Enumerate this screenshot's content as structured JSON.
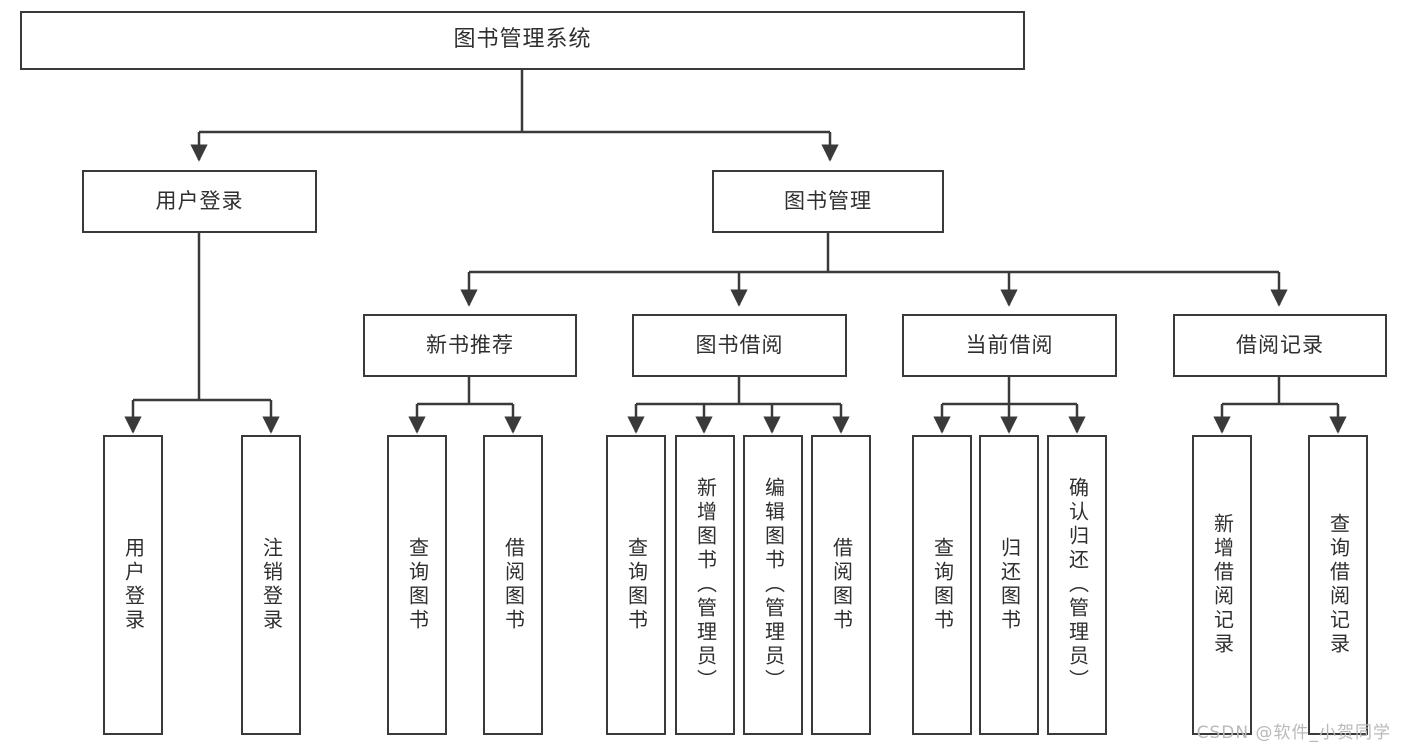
{
  "diagram": {
    "title": "图书管理系统",
    "type": "tree",
    "colors": {
      "stroke": "#3a3a3a",
      "fill": "#ffffff",
      "text": "#2f2f2f",
      "watermark": "#b9b9b9"
    },
    "root": {
      "label": "图书管理系统"
    },
    "level2": [
      {
        "label": "用户登录"
      },
      {
        "label": "图书管理"
      }
    ],
    "level3": [
      {
        "label": "新书推荐"
      },
      {
        "label": "图书借阅"
      },
      {
        "label": "当前借阅"
      },
      {
        "label": "借阅记录"
      }
    ],
    "leaves": {
      "user_login": [
        {
          "label": "用户登录"
        },
        {
          "label": "注销登录"
        }
      ],
      "new_book": [
        {
          "label": "查询图书"
        },
        {
          "label": "借阅图书"
        }
      ],
      "book_borrow": [
        {
          "label": "查询图书"
        },
        {
          "label": "新增图书（管理员）"
        },
        {
          "label": "编辑图书（管理员）"
        },
        {
          "label": "借阅图书"
        }
      ],
      "current_borrow": [
        {
          "label": "查询图书"
        },
        {
          "label": "归还图书"
        },
        {
          "label": "确认归还（管理员）"
        }
      ],
      "borrow_record": [
        {
          "label": "新增借阅记录"
        },
        {
          "label": "查询借阅记录"
        }
      ]
    }
  },
  "watermark": {
    "text": "CSDN @软件_小贺同学"
  }
}
